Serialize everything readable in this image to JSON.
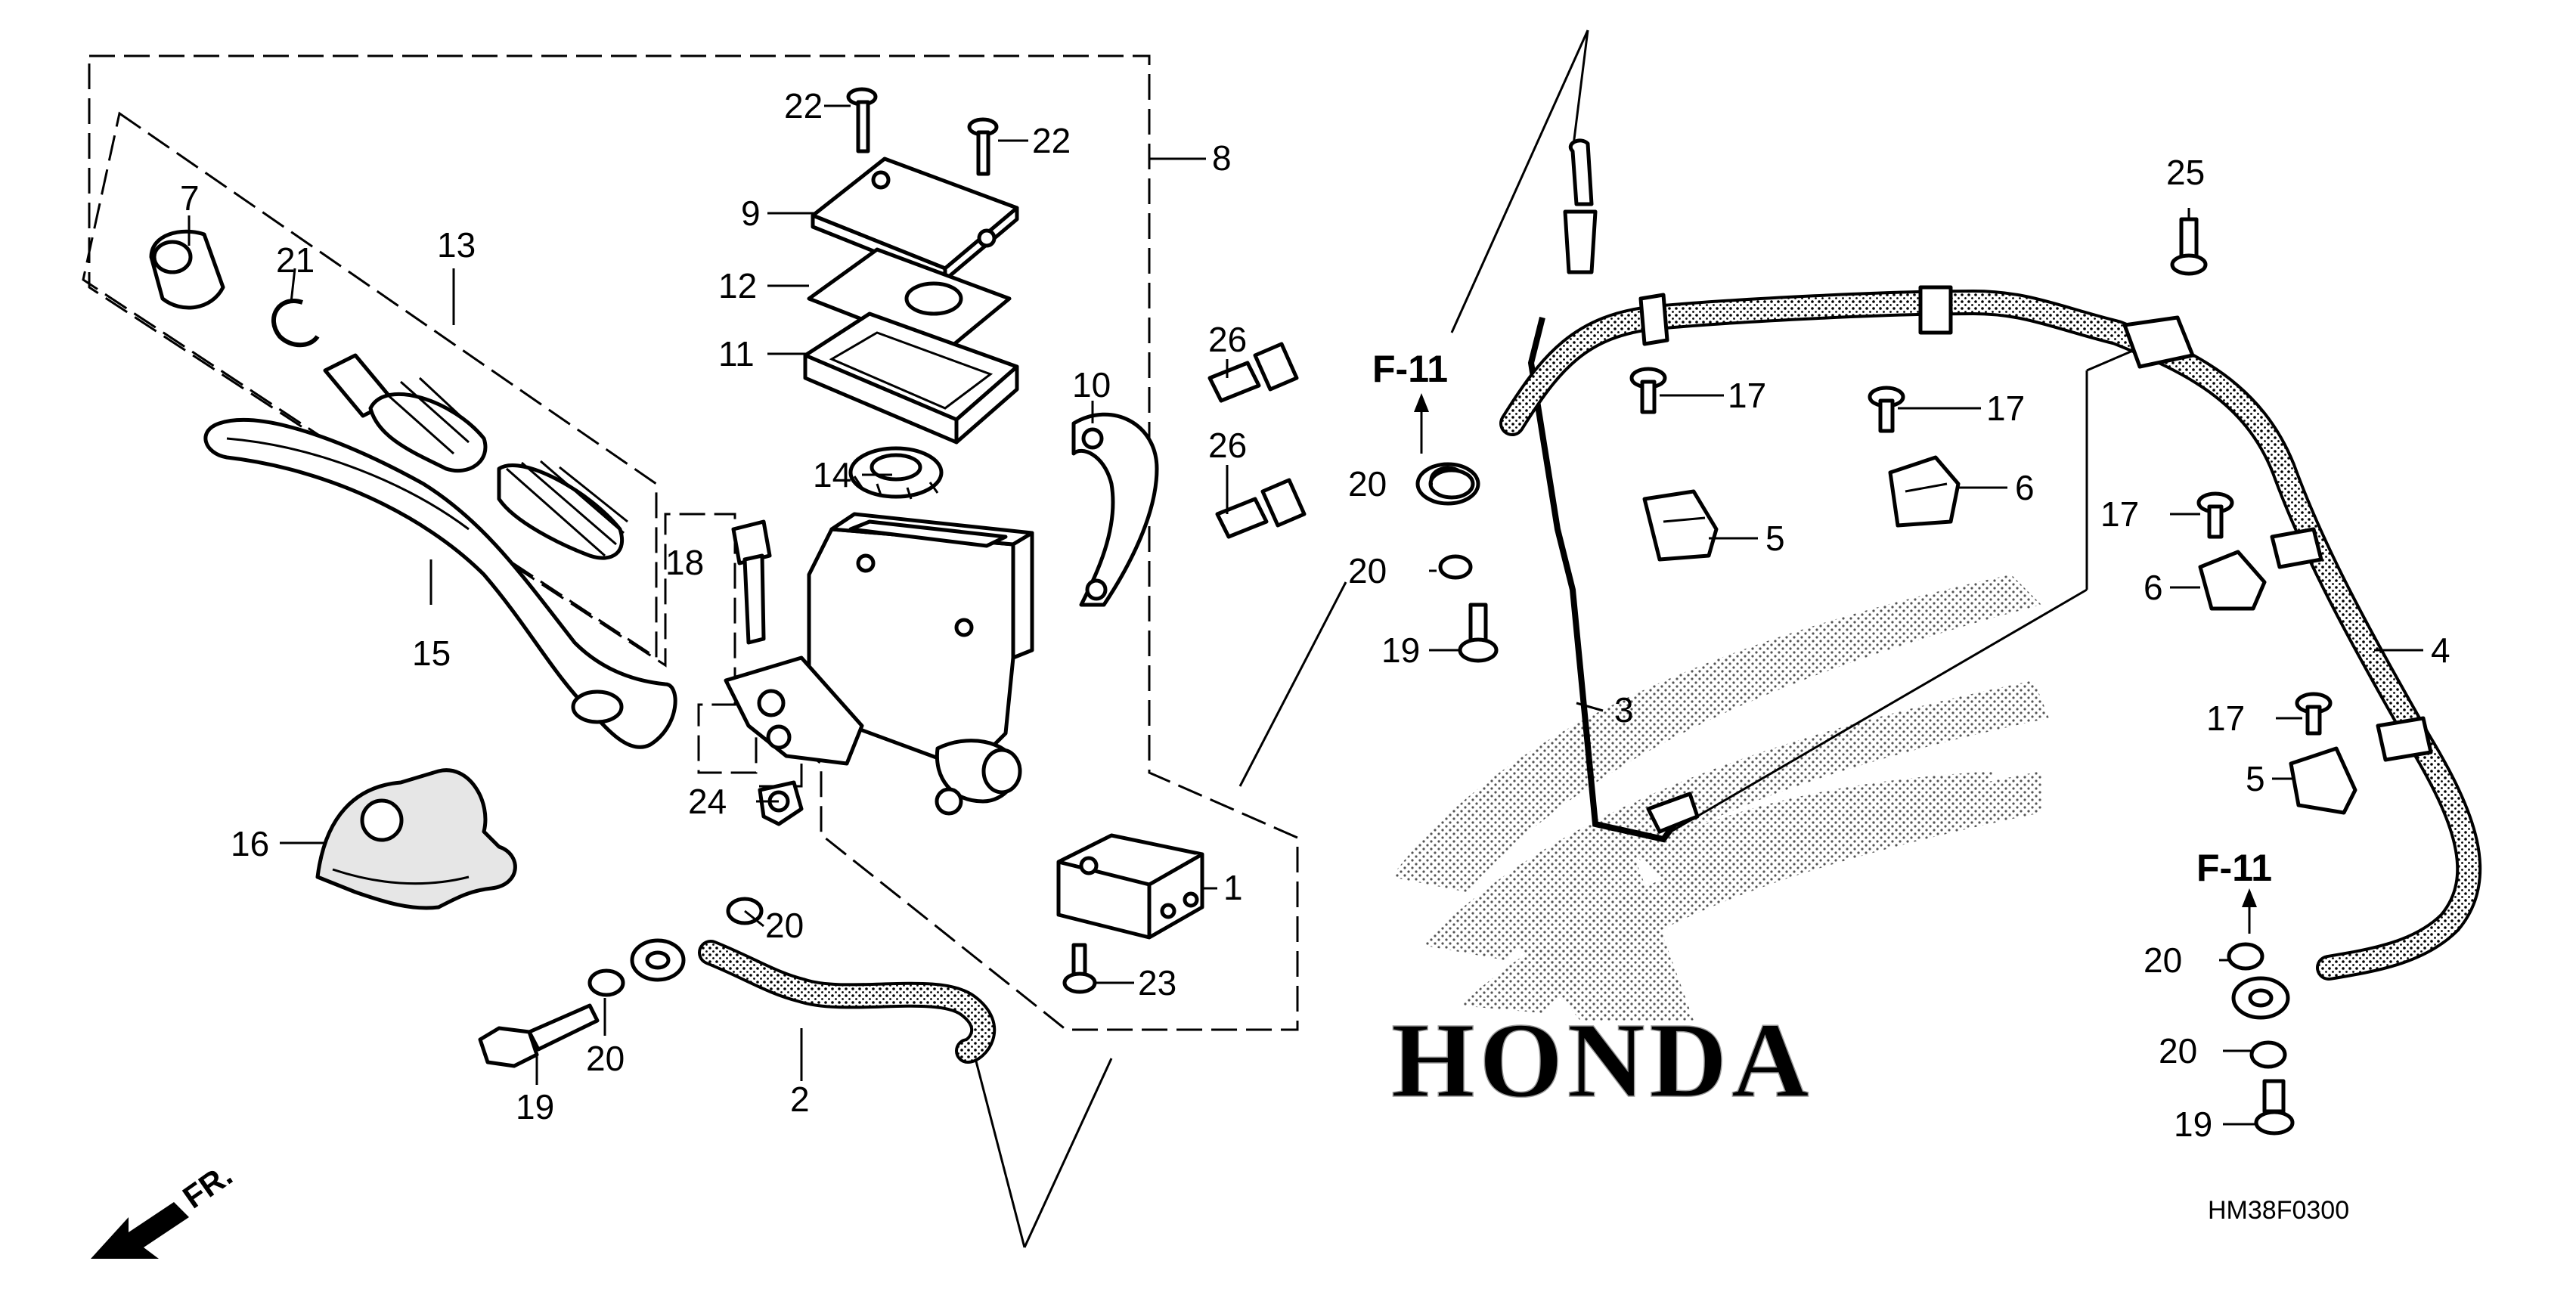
{
  "diagram": {
    "code": "HM38F0300",
    "front_mark": "FR.",
    "ref_label": "F-11",
    "watermark_text": "HONDA",
    "part_labels": {
      "p1": "1",
      "p2": "2",
      "p3": "3",
      "p4": "4",
      "p5a": "5",
      "p5b": "5",
      "p6a": "6",
      "p6b": "6",
      "p7": "7",
      "p8": "8",
      "p9": "9",
      "p10": "10",
      "p11": "11",
      "p12": "12",
      "p13": "13",
      "p14": "14",
      "p15": "15",
      "p16": "16",
      "p17a": "17",
      "p17b": "17",
      "p17c": "17",
      "p17d": "17",
      "p18": "18",
      "p19a": "19",
      "p19b": "19",
      "p19c": "19",
      "p20a": "20",
      "p20b": "20",
      "p20c": "20",
      "p20d": "20",
      "p20e": "20",
      "p20f": "20",
      "p21": "21",
      "p22a": "22",
      "p22b": "22",
      "p23": "23",
      "p24": "24",
      "p25": "25",
      "p26a": "26",
      "p26b": "26"
    }
  }
}
